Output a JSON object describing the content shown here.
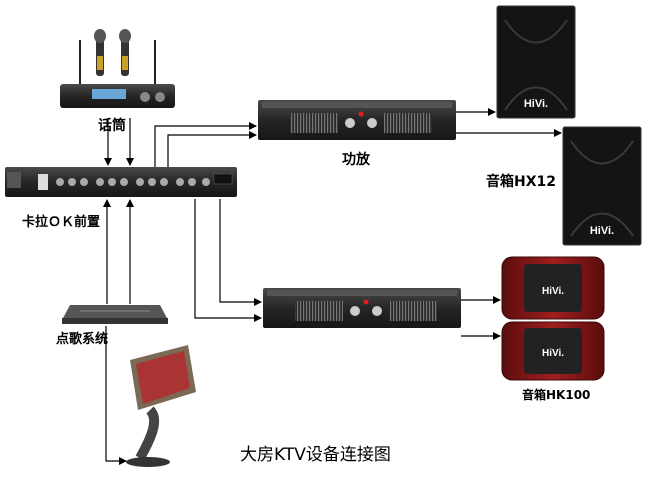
{
  "labels": {
    "microphone": "话筒",
    "karaoke_preamp": "卡拉ＯＫ前置",
    "song_system": "点歌系统",
    "amplifier": "功放",
    "speaker_hx12": "音箱HX12",
    "speaker_hk100": "音箱HK100",
    "title": "大房KTV设备连接图"
  },
  "brand": {
    "hx12_logo": "HiVi.",
    "hk100_logo": "HiVi."
  },
  "colors": {
    "hx12_cabinet": "#141414",
    "hk100_cabinet": "#6e1414",
    "rack_unit": "#2c2c2c",
    "arrow": "#000000"
  }
}
